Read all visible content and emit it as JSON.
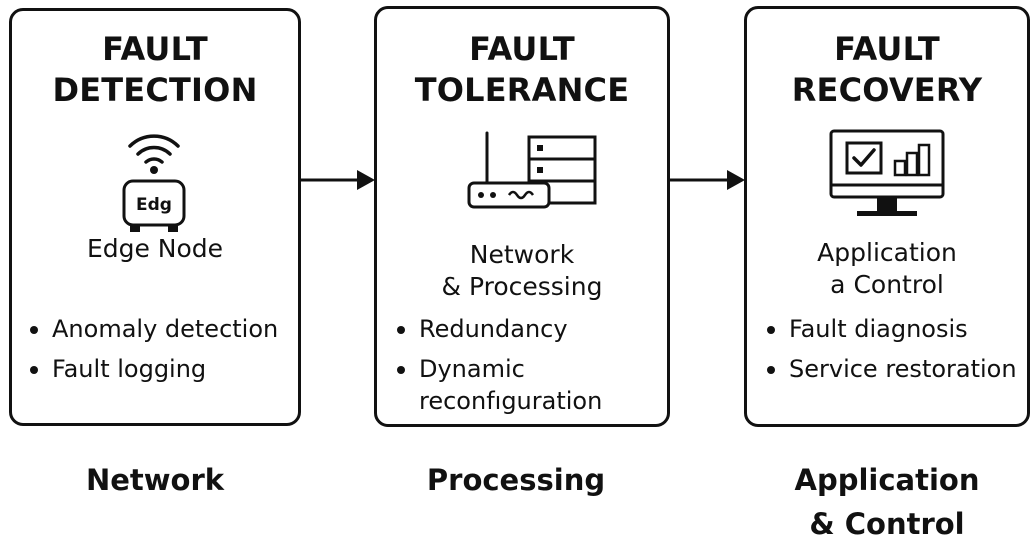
{
  "panels": [
    {
      "title_line1": "FAULT",
      "title_line2": "DETECTION",
      "icon": "wifi-edge-node-icon",
      "icon_label": "Edg",
      "caption_line1": "Edge Node",
      "bullets": [
        "Anomaly detection",
        "Fault logging"
      ]
    },
    {
      "title_line1": "FAULT",
      "title_line2": "TOLERANCE",
      "icon": "router-server-icon",
      "caption_line1": "Network",
      "caption_line2": "& Processing",
      "bullets": [
        "Redundancy",
        "Dynamic"
      ],
      "bullet_continuation": "reconfıguration"
    },
    {
      "title_line1": "FAULT",
      "title_line2": "RECOVERY",
      "icon": "monitor-dashboard-icon",
      "caption_line1": "Application",
      "caption_line2": "a Control",
      "bullets": [
        "Fault diagnosis",
        "Service restoration"
      ]
    }
  ],
  "footers": [
    {
      "line1": "Network"
    },
    {
      "line1": "Processing"
    },
    {
      "line1": "Application",
      "line2": "& Control"
    }
  ],
  "colors": {
    "stroke": "#111111",
    "background": "#ffffff"
  }
}
